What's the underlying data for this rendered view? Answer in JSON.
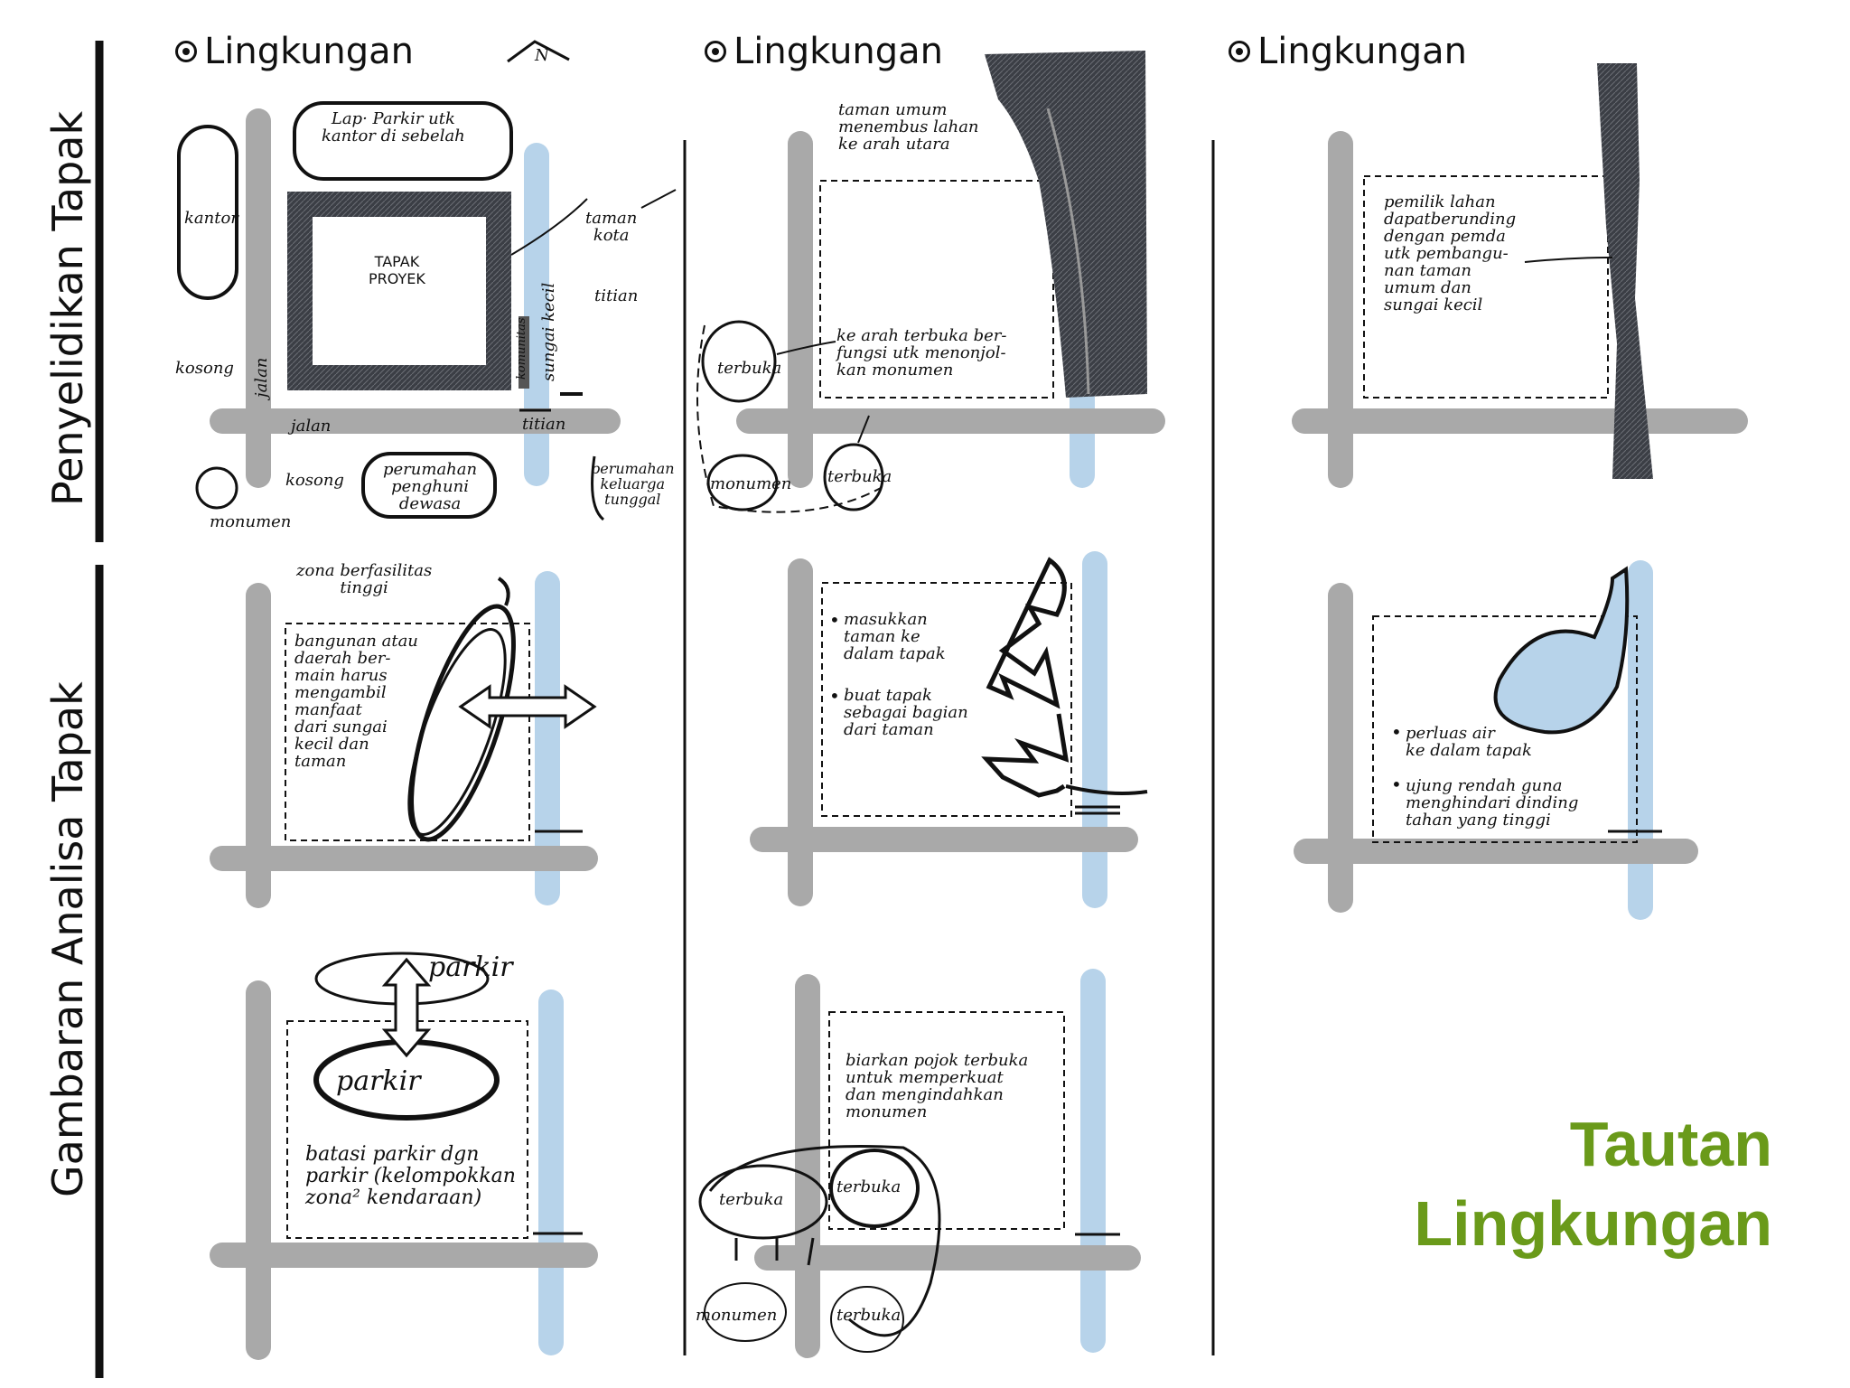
{
  "row_labels": {
    "row1": "Penyelidikan Tapak",
    "row2": "Gambaran Analisa Tapak"
  },
  "headings": {
    "col1": "Lingkungan",
    "col2": "Lingkungan",
    "col3": "Lingkungan"
  },
  "north_mark": "N",
  "panel_1_1": {
    "parking": "Lap· Parkir utk\nkantor di sebelah",
    "office": "kantor",
    "site": "TAPAK\nPROYEK",
    "city_park": "taman\nkota",
    "bridge_top": "titian",
    "community": "komunitas",
    "creek": "sungai kecil",
    "empty_left": "kosong",
    "road_vertical": "jalan",
    "road_horizontal": "jalan",
    "bridge_bottom": "titian",
    "empty_bottom": "kosong",
    "monument": "monumen",
    "adult_housing": "perumahan\npenghuni\ndewasa",
    "family_housing": "perumahan\nkeluarga\ntunggal"
  },
  "panel_1_2": {
    "park_note": "taman umum\nmenembus lahan\nke arah utara",
    "open_note": "ke arah terbuka ber-\nfungsi utk menonjol-\nkan monumen",
    "open_left": "terbuka",
    "monument": "monumen",
    "open_bottom": "terbuka"
  },
  "panel_1_3": {
    "owner_note": "pemilik lahan\ndapatberunding\ndengan pemda\nutk pembangu-\nnan taman\numum dan\nsungai kecil"
  },
  "panel_2_1": {
    "zone": "zona berfasilitas\ntinggi",
    "building_note": "bangunan atau\ndaerah ber-\nmain harus\nmengambil\nmanfaat\ndari sungai\nkecil dan\ntaman"
  },
  "panel_2_2": {
    "bullet1": "masukkan\ntaman ke\ndalam tapak",
    "bullet2": "buat tapak\nsebagai bagian\ndari taman"
  },
  "panel_2_3": {
    "bullet1": "perluas air\nke dalam tapak",
    "bullet2": "ujung rendah guna\nmenghindari dinding\ntahan yang tinggi"
  },
  "panel_3_1": {
    "parking_top": "parkir",
    "parking_main": "parkir",
    "note": "batasi parkir dgn\nparkir (kelompokkan\nzona² kendaraan)"
  },
  "panel_3_2": {
    "corner_note": "biarkan pojok terbuka\nuntuk memperkuat\ndan mengindahkan\nmonumen",
    "open_left": "terbuka",
    "open_right": "terbuka",
    "monument": "monumen",
    "open_bottom": "terbuka"
  },
  "title": {
    "line1": "Tautan",
    "line2": "Lingkungan"
  },
  "colors": {
    "road": "#a9a9a9",
    "creek": "#b7d3ea",
    "park": "#3a3d44",
    "ink": "#111111",
    "title": "#6a9a1a"
  }
}
